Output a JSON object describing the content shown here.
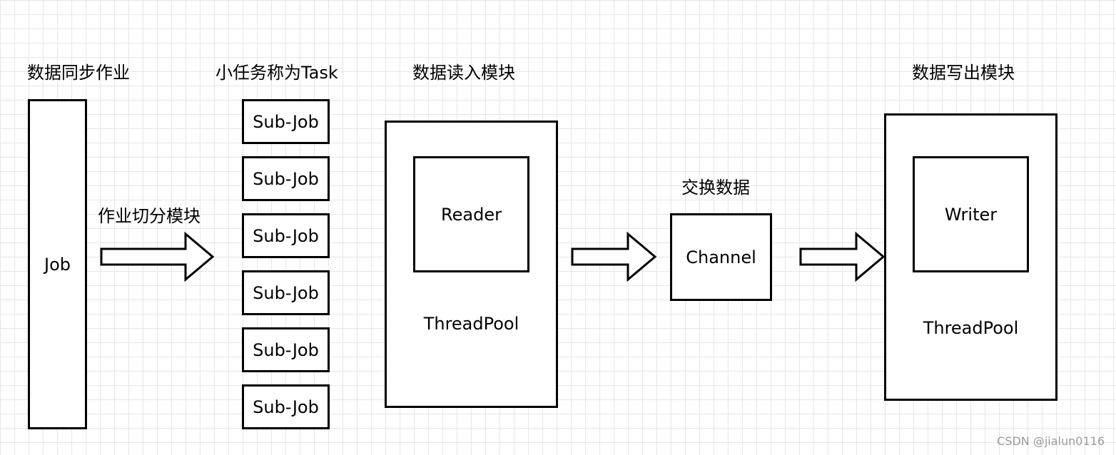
{
  "labels": {
    "job_title": "数据同步作业",
    "task_title": "小任务称为Task",
    "reader_module": "数据读入模块",
    "writer_module": "数据写出模块",
    "split_module": "作业切分模块",
    "exchange": "交换数据"
  },
  "job_box": "Job",
  "sub_jobs": [
    "Sub-Job",
    "Sub-Job",
    "Sub-Job",
    "Sub-Job",
    "Sub-Job",
    "Sub-Job"
  ],
  "reader_box": {
    "inner": "Reader",
    "pool": "ThreadPool"
  },
  "channel_box": "Channel",
  "writer_box": {
    "inner": "Writer",
    "pool": "ThreadPool"
  },
  "watermark": "CSDN @jialun0116"
}
